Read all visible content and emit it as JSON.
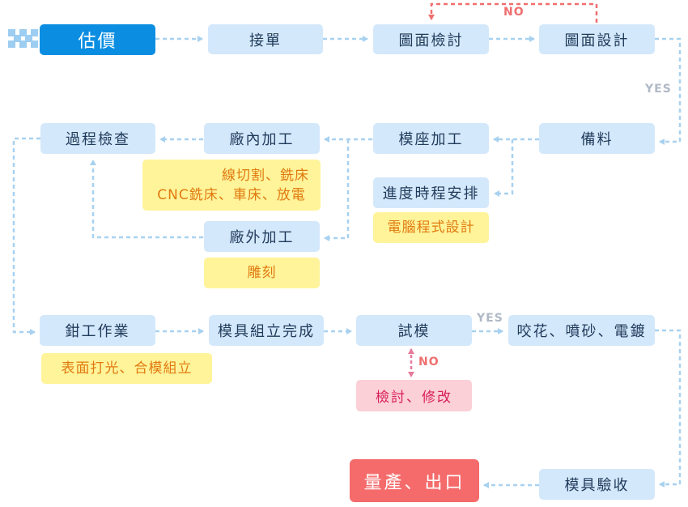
{
  "nodes": {
    "estimate": "估價",
    "order": "接單",
    "drawing_review": "圖面檢討",
    "drawing_design": "圖面設計",
    "materials": "備料",
    "mold_base": "模座加工",
    "inhouse": "廠內加工",
    "process_check": "過程檢查",
    "schedule": "進度時程安排",
    "outsourced": "廠外加工",
    "fitter": "鉗工作業",
    "mold_complete": "模具組立完成",
    "trial": "試模",
    "texture": "咬花、噴砂、電鍍",
    "acceptance": "模具驗收",
    "production": "量產、出口"
  },
  "notes": {
    "inhouse_line1": "線切割、銑床",
    "inhouse_line2": "CNC銑床、車床、放電",
    "computer": "電腦程式設計",
    "engraving": "雕刻",
    "fitter_note": "表面打光、合模組立",
    "review_fix": "檢討、修改"
  },
  "labels": {
    "no_top": "NO",
    "yes_right": "YES",
    "yes_trial": "YES",
    "no_trial": "NO"
  },
  "colors": {
    "arrow": "#a8d1f0",
    "no_arrow": "#ef6f6f",
    "trial_no_arrow": "#e57a9a",
    "yes_label": "#b0b9c6",
    "no_label": "#ef6f6f"
  }
}
